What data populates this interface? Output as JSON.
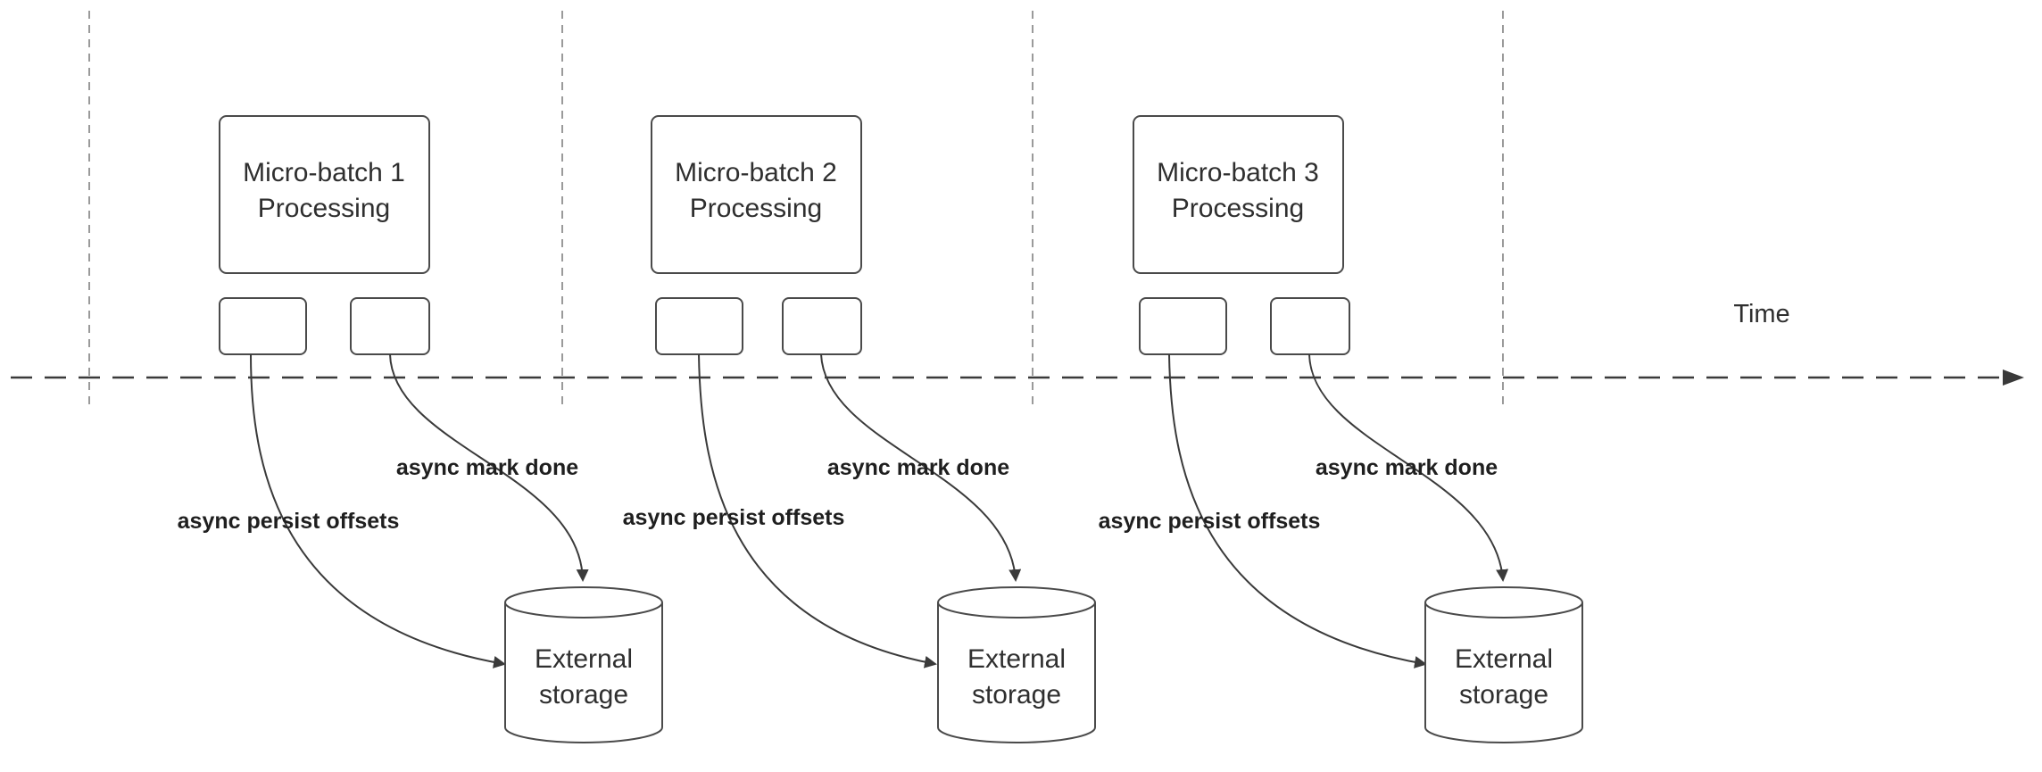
{
  "diagram": {
    "time_label": "Time",
    "batches": [
      {
        "title_line1": "Micro-batch 1",
        "title_line2": "Processing",
        "persist_label": "async persist offsets",
        "done_label": "async mark done",
        "storage_line1": "External",
        "storage_line2": "storage"
      },
      {
        "title_line1": "Micro-batch 2",
        "title_line2": "Processing",
        "persist_label": "async persist offsets",
        "done_label": "async mark done",
        "storage_line1": "External",
        "storage_line2": "storage"
      },
      {
        "title_line1": "Micro-batch 3",
        "title_line2": "Processing",
        "persist_label": "async persist offsets",
        "done_label": "async mark done",
        "storage_line1": "External",
        "storage_line2": "storage"
      }
    ]
  }
}
